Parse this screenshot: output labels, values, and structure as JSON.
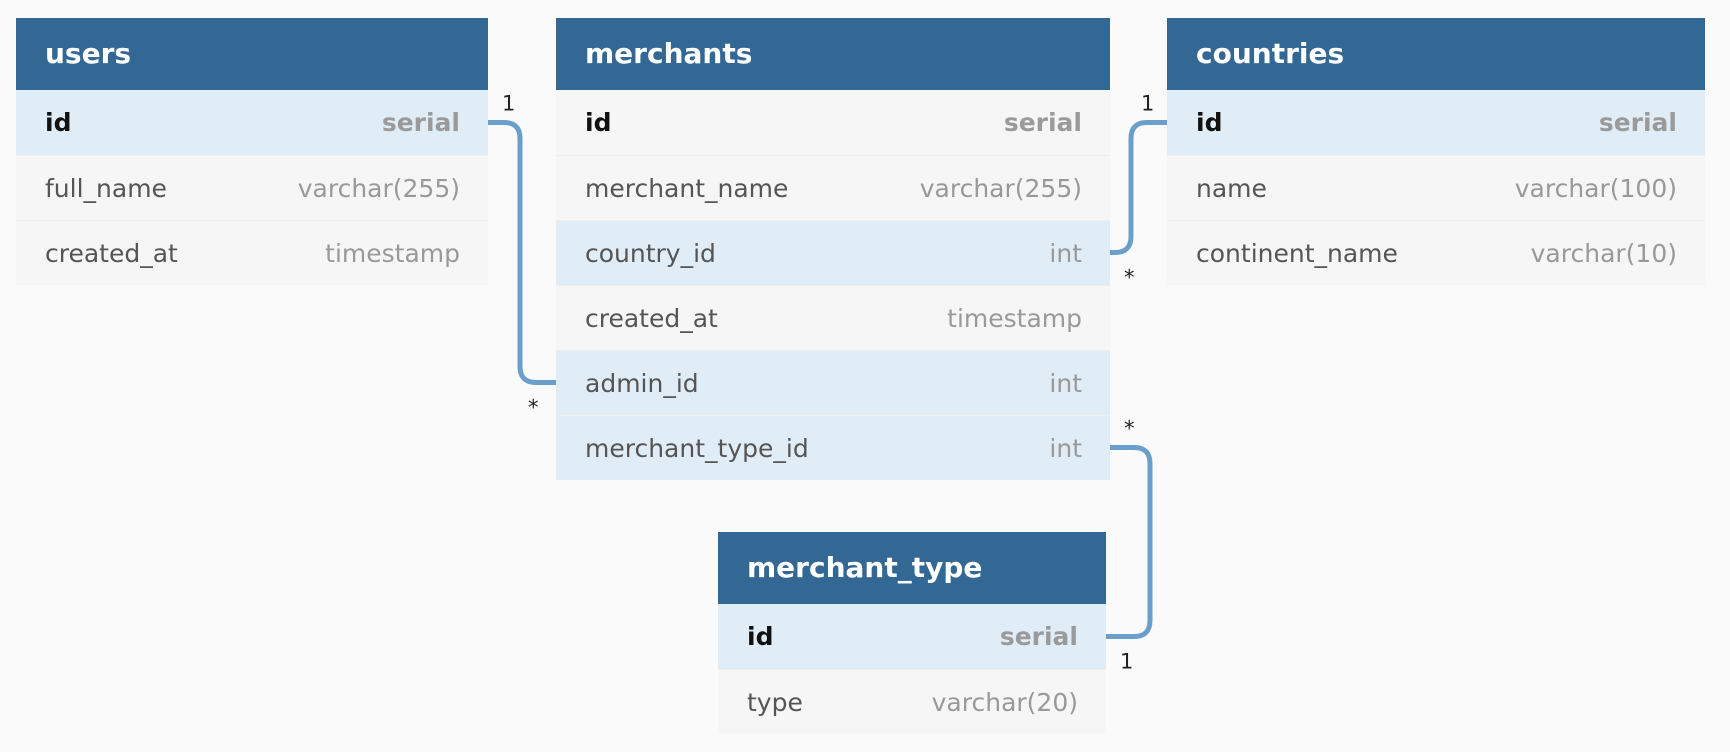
{
  "tables": [
    {
      "id": "users",
      "name": "users",
      "fields": [
        {
          "name": "id",
          "type": "serial",
          "pk": true,
          "highlight": true
        },
        {
          "name": "full_name",
          "type": "varchar(255)",
          "pk": false,
          "highlight": false
        },
        {
          "name": "created_at",
          "type": "timestamp",
          "pk": false,
          "highlight": false
        }
      ]
    },
    {
      "id": "merchants",
      "name": "merchants",
      "fields": [
        {
          "name": "id",
          "type": "serial",
          "pk": true,
          "highlight": false
        },
        {
          "name": "merchant_name",
          "type": "varchar(255)",
          "pk": false,
          "highlight": false
        },
        {
          "name": "country_id",
          "type": "int",
          "pk": false,
          "highlight": true
        },
        {
          "name": "created_at",
          "type": "timestamp",
          "pk": false,
          "highlight": false
        },
        {
          "name": "admin_id",
          "type": "int",
          "pk": false,
          "highlight": true
        },
        {
          "name": "merchant_type_id",
          "type": "int",
          "pk": false,
          "highlight": true
        }
      ]
    },
    {
      "id": "countries",
      "name": "countries",
      "fields": [
        {
          "name": "id",
          "type": "serial",
          "pk": true,
          "highlight": true
        },
        {
          "name": "name",
          "type": "varchar(100)",
          "pk": false,
          "highlight": false
        },
        {
          "name": "continent_name",
          "type": "varchar(10)",
          "pk": false,
          "highlight": false
        }
      ]
    },
    {
      "id": "merchant_type",
      "name": "merchant_type",
      "fields": [
        {
          "name": "id",
          "type": "serial",
          "pk": true,
          "highlight": true
        },
        {
          "name": "type",
          "type": "varchar(20)",
          "pk": false,
          "highlight": false
        }
      ]
    }
  ],
  "relationships": [
    {
      "from_table": "users",
      "from_field": "id",
      "from_card": "1",
      "to_table": "merchants",
      "to_field": "admin_id",
      "to_card": "*"
    },
    {
      "from_table": "countries",
      "from_field": "id",
      "from_card": "1",
      "to_table": "merchants",
      "to_field": "country_id",
      "to_card": "*"
    },
    {
      "from_table": "merchant_type",
      "from_field": "id",
      "from_card": "1",
      "to_table": "merchants",
      "to_field": "merchant_type_id",
      "to_card": "*"
    }
  ],
  "colors": {
    "header": "#336895",
    "connector": "#6b9fcb",
    "row_highlight": "#e1edf6",
    "row_default": "#f6f6f6",
    "background": "#fafafa"
  }
}
